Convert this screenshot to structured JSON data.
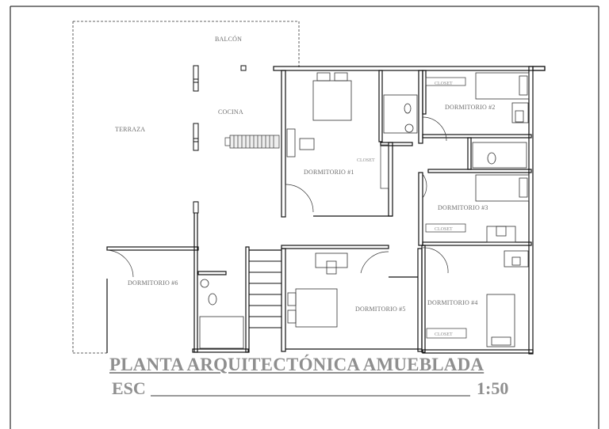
{
  "rooms": {
    "balcon": "BALCÓN",
    "cocina": "COCINA",
    "terraza": "TERRAZA",
    "dormitorio1": "DORMITORIO #1",
    "dormitorio2": "DORMITORIO #2",
    "dormitorio3": "DORMITORIO #3",
    "dormitorio4": "DORMITORIO #4",
    "dormitorio5": "DORMITORIO #5",
    "dormitorio6": "DORMITORIO #6"
  },
  "closets": {
    "closet_d1": "CLOSET",
    "closet_d2": "CLOSET",
    "closet_d3": "CLOSET",
    "closet_d4": "CLOSET"
  },
  "title_block": {
    "title": "PLANTA ARQUITECTÓNICA AMUEBLADA",
    "esc_label": "ESC",
    "scale": "1:50"
  }
}
